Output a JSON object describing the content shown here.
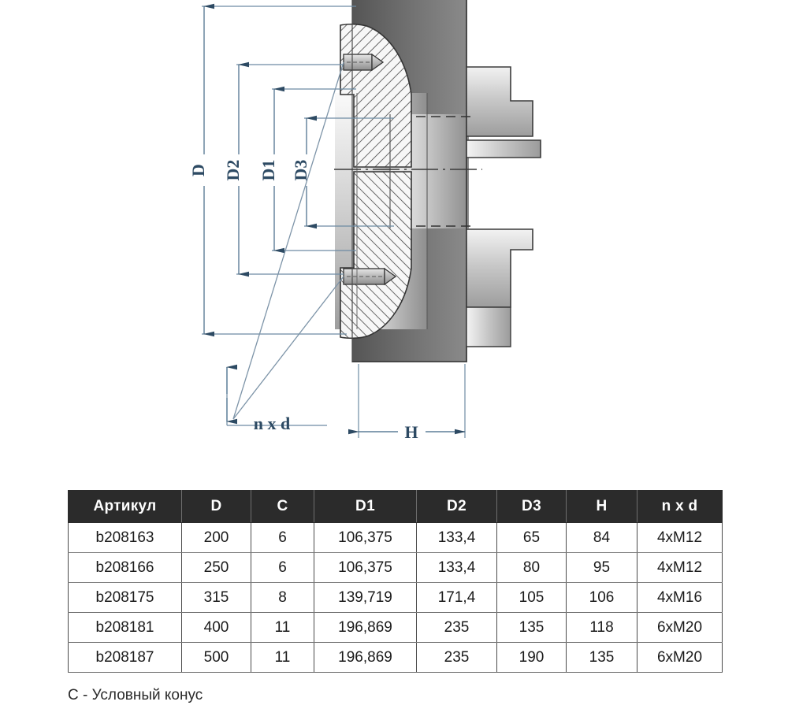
{
  "drawing": {
    "title": "lathe-chuck-cross-section",
    "dimension_labels": {
      "D": "D",
      "D1": "D1",
      "D2": "D2",
      "D3": "D3",
      "H": "H",
      "nxd": "n x d"
    },
    "accent_color": "#2d4a63",
    "body_color": "#9a9a9a"
  },
  "table": {
    "headers": [
      "Артикул",
      "D",
      "C",
      "D1",
      "D2",
      "D3",
      "H",
      "n x d"
    ],
    "rows": [
      {
        "article": "b208163",
        "D": "200",
        "C": "6",
        "D1": "106,375",
        "D2": "133,4",
        "D3": "65",
        "H": "84",
        "nxd": "4хМ12"
      },
      {
        "article": "b208166",
        "D": "250",
        "C": "6",
        "D1": "106,375",
        "D2": "133,4",
        "D3": "80",
        "H": "95",
        "nxd": "4хМ12"
      },
      {
        "article": "b208175",
        "D": "315",
        "C": "8",
        "D1": "139,719",
        "D2": "171,4",
        "D3": "105",
        "H": "106",
        "nxd": "4хМ16"
      },
      {
        "article": "b208181",
        "D": "400",
        "C": "11",
        "D1": "196,869",
        "D2": "235",
        "D3": "135",
        "H": "118",
        "nxd": "6хМ20"
      },
      {
        "article": "b208187",
        "D": "500",
        "C": "11",
        "D1": "196,869",
        "D2": "235",
        "D3": "190",
        "H": "135",
        "nxd": "6хМ20"
      }
    ],
    "note": "C - Условный конус"
  }
}
